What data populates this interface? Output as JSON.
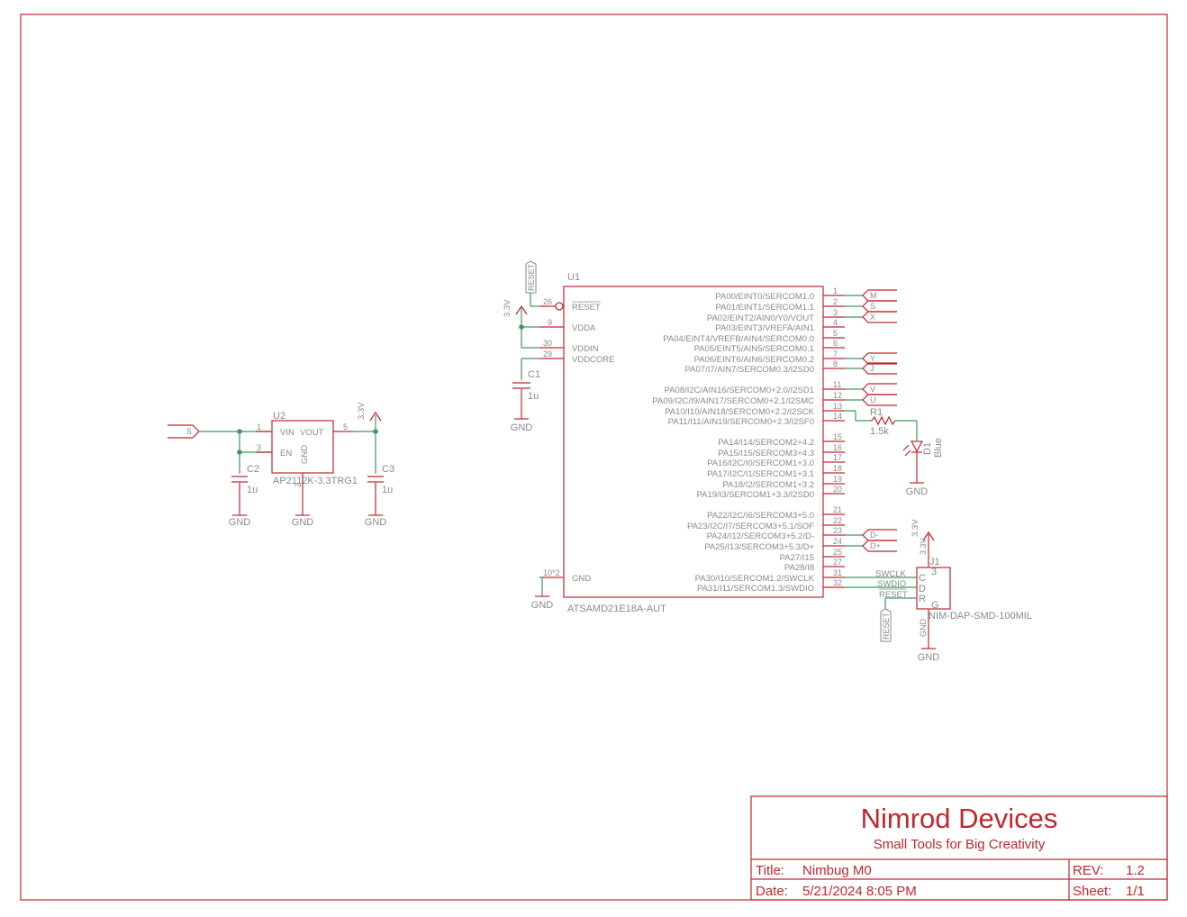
{
  "title_block": {
    "company": "Nimrod Devices",
    "tagline": "Small Tools for Big Creativity",
    "title_label": "Title:",
    "title": "Nimbug M0",
    "rev_label": "REV:",
    "rev": "1.2",
    "date_label": "Date:",
    "date": "5/21/2024 8:05 PM",
    "sheet_label": "Sheet:",
    "sheet": "1/1"
  },
  "u1": {
    "ref": "U1",
    "part": "ATSAMD21E18A-AUT",
    "left_pins": [
      {
        "num": "26",
        "name": "RESET"
      },
      {
        "num": "9",
        "name": "VDDA"
      },
      {
        "num": "30",
        "name": "VDDIN"
      },
      {
        "num": "29",
        "name": "VDDCORE"
      },
      {
        "num": "10*2",
        "name": "GND"
      }
    ],
    "right_pins": [
      {
        "num": "1",
        "name": "PA00/EINT0/SERCOM1.0",
        "net": "M"
      },
      {
        "num": "2",
        "name": "PA01/EINT1/SERCOM1.1",
        "net": "S"
      },
      {
        "num": "3",
        "name": "PA02/EINT2/AIN0/Y0/VOUT",
        "net": "X"
      },
      {
        "num": "4",
        "name": "PA03/EINT3/VREFA/AIN1",
        "net": ""
      },
      {
        "num": "5",
        "name": "PA04/EINT4/VREFB/AIN4/SERCOM0.0",
        "net": ""
      },
      {
        "num": "6",
        "name": "PA05/EINT5/AIN5/SERCOM0.1",
        "net": ""
      },
      {
        "num": "7",
        "name": "PA06/EINT6/AIN6/SERCOM0.2",
        "net": "Y"
      },
      {
        "num": "8",
        "name": "PA07/I7/AIN7/SERCOM0.3/I2SD0",
        "net": "J"
      },
      {
        "num": "11",
        "name": "PA08/I2C/AIN16/SERCOM0+2.0/I2SD1",
        "net": "V"
      },
      {
        "num": "12",
        "name": "PA09/I2C/I9/AIN17/SERCOM0+2.1/I2SMC",
        "net": "U"
      },
      {
        "num": "13",
        "name": "PA10/I10/AIN18/SERCOM0+2.2/I2SCK",
        "net": ""
      },
      {
        "num": "14",
        "name": "PA11/I11/AIN19/SERCOM0+2.3/I2SF0",
        "net": ""
      },
      {
        "num": "15",
        "name": "PA14/I14/SERCOM2+4.2",
        "net": ""
      },
      {
        "num": "16",
        "name": "PA15/I15/SERCOM3+4.3",
        "net": ""
      },
      {
        "num": "17",
        "name": "PA16/I2C/I0/SERCOM1+3.0",
        "net": ""
      },
      {
        "num": "18",
        "name": "PA17/I2C/I1/SERCOM1+3.1",
        "net": ""
      },
      {
        "num": "19",
        "name": "PA18/I2/SERCOM1+3.2",
        "net": ""
      },
      {
        "num": "20",
        "name": "PA19/I3/SERCOM1+3.3/I2SD0",
        "net": ""
      },
      {
        "num": "21",
        "name": "PA22/I2C/I6/SERCOM3+5.0",
        "net": ""
      },
      {
        "num": "22",
        "name": "PA23/I2C/I7/SERCOM3+5.1/SOF",
        "net": ""
      },
      {
        "num": "23",
        "name": "PA24/I12/SERCOM3+5.2/D-",
        "net": "D-"
      },
      {
        "num": "24",
        "name": "PA25/I13/SERCOM3+5.3/D+",
        "net": "D+"
      },
      {
        "num": "25",
        "name": "PA27/I15",
        "net": ""
      },
      {
        "num": "27",
        "name": "PA28/I8",
        "net": ""
      },
      {
        "num": "31",
        "name": "PA30/I10/SERCOM1.2/SWCLK",
        "net": ""
      },
      {
        "num": "32",
        "name": "PA31/I11/SERCOM1.3/SWDIO",
        "net": ""
      }
    ]
  },
  "u2": {
    "ref": "U2",
    "part": "AP2112K-3.3TRG1",
    "pin_vin": "VIN",
    "pin_vout": "VOUT",
    "pin_en": "EN",
    "pin_gnd": "GND",
    "num_vin": "1",
    "num_en": "3",
    "num_vout": "5",
    "num_gnd": "2",
    "input_net": "5"
  },
  "c1": {
    "ref": "C1",
    "value": "1u"
  },
  "c2": {
    "ref": "C2",
    "value": "1u"
  },
  "c3": {
    "ref": "C3",
    "value": "1u"
  },
  "r1": {
    "ref": "R1",
    "value": "1.5k"
  },
  "d1": {
    "ref": "D1",
    "value": "Blue"
  },
  "j1": {
    "ref": "J1",
    "part": "NIM-DAP-SMD-100MIL",
    "pin3": "3",
    "pin_c": "C",
    "pin_d": "D",
    "pin_r": "R",
    "pin_g": "G",
    "vcc_label": "3.3V",
    "gnd_label": "GND",
    "net_swclk": "SWCLK",
    "net_swdio": "SWDIO",
    "net_reset": "RESET"
  },
  "symbols": {
    "supply": "3.3V",
    "ground": "GND",
    "reset_tag": "RESET"
  },
  "colors": {
    "frame": "#c1272d",
    "wire": "#3a9a5e",
    "text": "#8a8a8a"
  }
}
